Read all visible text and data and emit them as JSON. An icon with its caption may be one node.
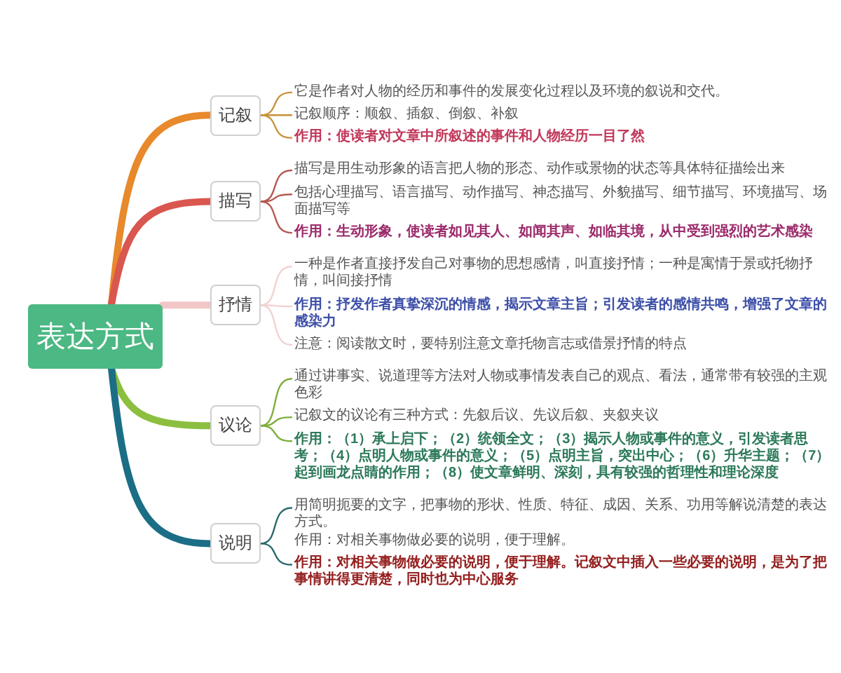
{
  "diagram": {
    "nodes": [
      {
        "text": [
          "表达方式"
        ]
      },
      {
        "text": [
          "记叙"
        ]
      },
      {
        "text": [
          "它是作者对人物的经历和事件的发展变化过程以及环境的叙说和交代。"
        ]
      },
      {
        "text": [
          "记叙顺序：顺叙、插叙、倒叙、补叙"
        ]
      },
      {
        "text": [
          "作用：使读者对文章中所叙述的事件和人物经历一目了然"
        ]
      },
      {
        "text": [
          "描写"
        ]
      },
      {
        "text": [
          "描写是用生动形象的语言把人物的形态、动作或景物的状态等具体特征描绘出来"
        ]
      },
      {
        "text": [
          "包括心理描写、语言描写、动作描写、神态描写、外貌描写、细节描写、环境描写、场面描写等"
        ]
      },
      {
        "text": [
          "作用：生动形象，使读者如见其人、如闻其声、如临其境，从中受到强烈的艺术感染"
        ]
      },
      {
        "text": [
          "抒情"
        ]
      },
      {
        "text": [
          "一种是作者直接抒发自己对事物的思想感情，叫直接抒情；一种是寓情于景或托物抒情，叫间接抒情"
        ]
      },
      {
        "text": [
          "作用：抒发作者真挚深沉的情感，揭示文章主旨；引发读者的感情共鸣，增强了文章的感染力"
        ]
      },
      {
        "text": [
          "注意：阅读散文时，要特别注意文章托物言志或借景抒情的特点"
        ]
      },
      {
        "text": [
          "议论"
        ]
      },
      {
        "text": [
          "通过讲事实、说道理等方法对人物或事情发表自己的观点、看法，通常带有较强的主观色彩"
        ]
      },
      {
        "text": [
          "记叙文的议论有三种方式：先叙后议、先议后叙、夹叙夹议"
        ]
      },
      {
        "text": [
          "作用：（1）承上启下；（2）统领全文；（3）揭示人物或事件的意义，引发读者思考；（4）点明人物或事件的意义；（5）点明主旨，突出中心；（6）升华主题；（7）起到画龙点睛的作用；（8）使文章鲜明、深刻，具有较强的哲理性和理论深度"
        ]
      },
      {
        "text": [
          "说明"
        ]
      },
      {
        "text": [
          "用简明扼要的文字，把事物的形状、性质、特征、成因、关系、功用等解说清楚的表达方式。",
          "作用：对相关事物做必要的说明，便于理解。"
        ]
      },
      {
        "text": [
          "作用：对相关事物做必要的说明，便于理解。记叙文中插入一些必要的说明，是为了把事情讲得更清楚，同时也为中心服务"
        ]
      }
    ],
    "edges": [
      {
        "from": 0,
        "to": 1,
        "arrow": "none",
        "style": "thick",
        "color": "#e8892b"
      },
      {
        "from": 1,
        "to": 2,
        "arrow": "none",
        "color": "#c8913a"
      },
      {
        "from": 1,
        "to": 3,
        "arrow": "none",
        "color": "#c8913a"
      },
      {
        "from": 1,
        "to": 4,
        "arrow": "none",
        "color": "#c8913a"
      },
      {
        "from": 0,
        "to": 5,
        "arrow": "none",
        "style": "thick",
        "color": "#d9574f"
      },
      {
        "from": 5,
        "to": 6,
        "arrow": "none",
        "color": "#b5584f"
      },
      {
        "from": 5,
        "to": 7,
        "arrow": "none",
        "color": "#b5584f"
      },
      {
        "from": 5,
        "to": 8,
        "arrow": "none",
        "color": "#b5584f"
      },
      {
        "from": 0,
        "to": 9,
        "arrow": "none",
        "style": "thick",
        "color": "#f2c6c6"
      },
      {
        "from": 9,
        "to": 10,
        "arrow": "none",
        "color": "#f2d2d2"
      },
      {
        "from": 9,
        "to": 11,
        "arrow": "none",
        "color": "#f2d2d2"
      },
      {
        "from": 9,
        "to": 12,
        "arrow": "none",
        "color": "#f2d2d2"
      },
      {
        "from": 0,
        "to": 13,
        "arrow": "none",
        "style": "thick",
        "color": "#8cbf3f"
      },
      {
        "from": 13,
        "to": 14,
        "arrow": "none",
        "color": "#7fae3c"
      },
      {
        "from": 13,
        "to": 15,
        "arrow": "none",
        "color": "#7fae3c"
      },
      {
        "from": 13,
        "to": 16,
        "arrow": "none",
        "color": "#7fae3c"
      },
      {
        "from": 0,
        "to": 17,
        "arrow": "none",
        "style": "thick",
        "color": "#1b6e86"
      },
      {
        "from": 17,
        "to": 18,
        "arrow": "none",
        "color": "#2a6a70"
      },
      {
        "from": 17,
        "to": 19,
        "arrow": "none",
        "color": "#2a6a70"
      }
    ]
  }
}
